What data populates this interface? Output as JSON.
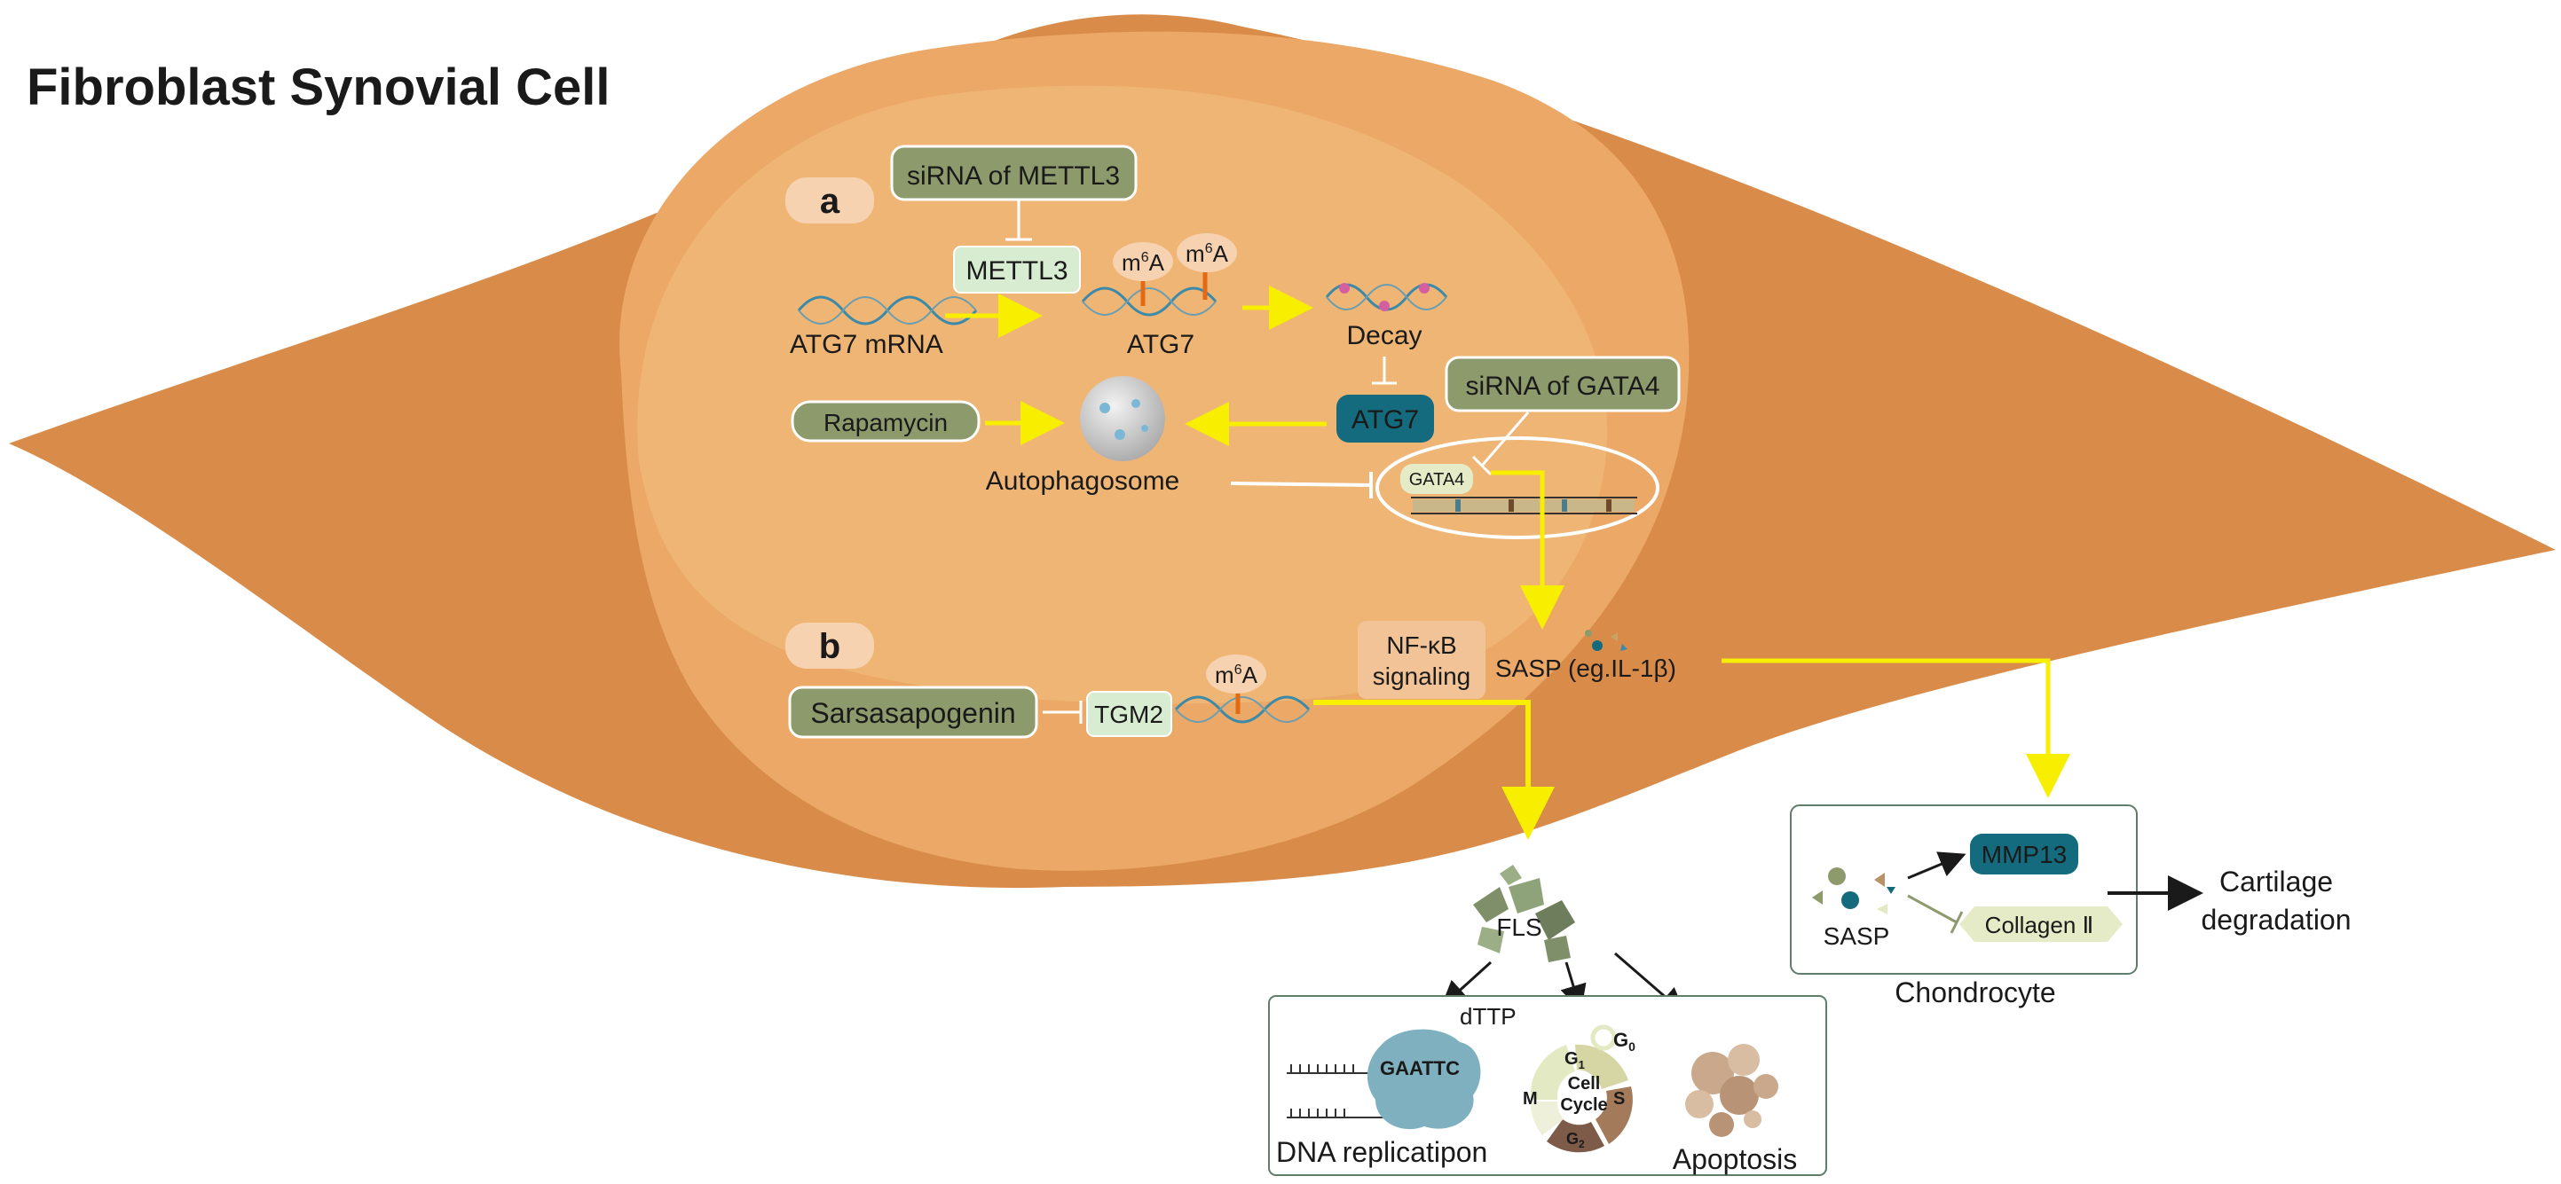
{
  "title": "Fibroblast Synovial Cell",
  "panels": {
    "a": "a",
    "b": "b"
  },
  "nodes": {
    "sirna_mettl3": "siRNA of METTL3",
    "mettl3": "METTL3",
    "atg7_mrna": "ATG7 mRNA",
    "m6a_1": "A",
    "m6a_2": "A",
    "m6a_3": "A",
    "m6a_sup": "6",
    "m_prefix": "m",
    "atg7_mod": "ATG7",
    "decay": "Decay",
    "atg7_protein": "ATG7",
    "sirna_gata4": "siRNA of GATA4",
    "rapamycin": "Rapamycin",
    "autophagosome": "Autophagosome",
    "gata4": "GATA4",
    "nfkb_line1": "NF-κB",
    "nfkb_line2": "signaling",
    "sasp_il1b": "SASP (eg.IL-1β)",
    "sarsasapogenin": "Sarsasapogenin",
    "tgm2": "TGM2",
    "fls": "FLS",
    "dttp": "dTTP",
    "gaattc": "GAATTC",
    "dna_replication": "DNA replicatipon",
    "g0": "G",
    "g0_sub": "0",
    "g1": "G",
    "g1_sub": "1",
    "s_phase": "S",
    "m_phase": "M",
    "g2": "G",
    "g2_sub": "2",
    "cell_cycle_1": "Cell",
    "cell_cycle_2": "Cycle",
    "apoptosis": "Apoptosis",
    "mmp13": "MMP13",
    "sasp": "SASP",
    "collagen": "Collagen Ⅱ",
    "chondrocyte": "Chondrocyte",
    "cartilage_1": "Cartilage",
    "cartilage_2": "degradation"
  },
  "colors": {
    "cell_body": "#d98c4a",
    "nucleus": "#eba867",
    "nucleus_inner": "#efb575",
    "olive_box": "#8c9a6c",
    "light_green_box": "#d7ecd0",
    "teal_box": "#156b7e",
    "arrow_yellow": "#f7ee00",
    "arrow_black": "#1a1a1a",
    "dna_blue": "#3d8aa8",
    "panel_border": "#5e7d6a"
  }
}
